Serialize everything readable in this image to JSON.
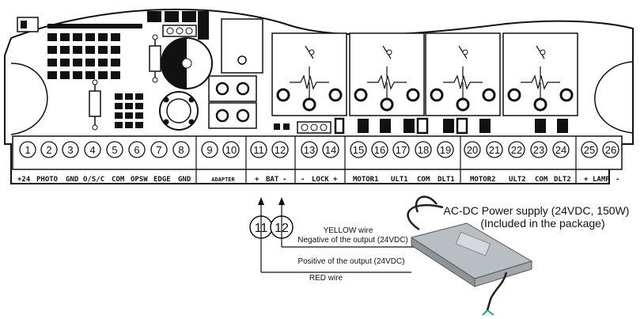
{
  "terminal_numbers": [
    "1",
    "2",
    "3",
    "4",
    "5",
    "6",
    "7",
    "8",
    "9",
    "10",
    "11",
    "12",
    "13",
    "14",
    "15",
    "16",
    "17",
    "18",
    "19",
    "20",
    "21",
    "22",
    "23",
    "24",
    "25",
    "26"
  ],
  "group_labels": {
    "g1": [
      "+24",
      "PHOTO",
      "GND",
      "O/S/C",
      "COM",
      "OPSW",
      "EDGE",
      "GND"
    ],
    "g2": "ADAPTER",
    "g3_plus": "+",
    "g3_name": "BAT",
    "g3_minus": "-",
    "g4_minus": "-",
    "g4_name": "LOCK",
    "g4_plus": "+",
    "g5": [
      "MOTOR1",
      "ULT1",
      "COM",
      "DLT1"
    ],
    "g6": [
      "MOTOR2",
      "ULT2",
      "COM",
      "DLT2"
    ],
    "g7_plus": "+",
    "g7_name": "LAMP",
    "g7_minus": "-"
  },
  "wiring": {
    "pin_a": "11",
    "pin_b": "12",
    "yellow_title": "YELLOW wire",
    "yellow_desc": "Negative of the output (24VDC)",
    "red_desc": "Positive of the output (24VDC)",
    "red_title": "RED wire",
    "psu_line1": "AC-DC Power supply (24VDC, 150W)",
    "psu_line2": "(Included in the package)"
  }
}
